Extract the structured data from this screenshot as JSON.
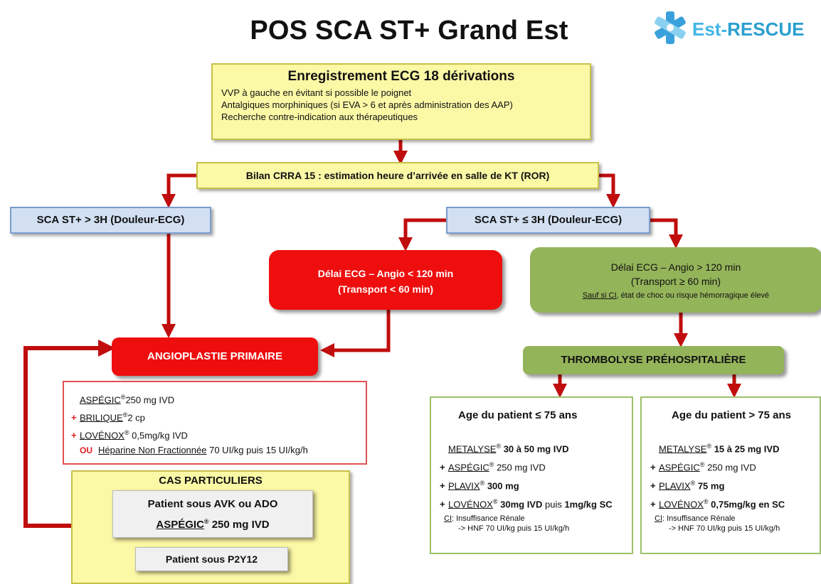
{
  "title": "POS SCA ST+ Grand Est",
  "logo": {
    "est": "Est-",
    "rescue": "RESCUE",
    "icon": "star-of-life-icon"
  },
  "ecg": {
    "title": "Enregistrement ECG 18 dérivations",
    "lines": [
      "VVP à gauche en évitant si possible le poignet",
      "Antalgiques morphiniques (si EVA > 6 et après administration des AAP)",
      "Recherche contre-indication aux thérapeutiques"
    ]
  },
  "crra": "Bilan CRRA 15 : estimation heure d’arrivée en salle de KT (ROR)",
  "branch_gt3": "SCA ST+ > 3H (Douleur-ECG)",
  "branch_le3": "SCA ST+ ≤ 3H (Douleur-ECG)",
  "red_delay": {
    "line1": "Délai ECG – Angio < 120 min",
    "line2": "(Transport < 60 min)"
  },
  "green_delay": {
    "line1": "Délai ECG – Angio > 120 min",
    "line2": "(Transport ≥ 60 min)",
    "note_ci": "Sauf si CI",
    "note_rest": ", état de choc ou risque hémorragique élevé"
  },
  "angioplastie": "ANGIOPLASTIE PRIMAIRE",
  "treatment": {
    "aspegic": "ASPÉGIC",
    "aspegic_dose": "250 mg IVD",
    "brilique": "BRILIQUE",
    "brilique_dose": "2 cp",
    "lovenox": "LOVÉNOX",
    "lovenox_dose": "0,5mg/kg IVD",
    "ou": "OU",
    "heparine": "Héparine Non Fractionnée",
    "heparine_dose": "70 UI/kg puis 15 UI/kg/h",
    "plus": "+",
    "reg": "®"
  },
  "cas": {
    "title": "CAS PARTICULIERS",
    "avk_line1": "Patient sous AVK ou ADO",
    "avk_drug": "ASPÉGIC",
    "avk_dose": "250 mg IVD",
    "p2y12": "Patient sous P2Y12"
  },
  "thrombolyse": "THROMBOLYSE PRÉHOSPITALIÈRE",
  "age_le75": {
    "title": "Age du patient ≤ 75 ans",
    "metalyse": "METALYSE",
    "metalyse_dose": "30 à 50 mg IVD",
    "aspegic": "ASPÉGIC",
    "aspegic_dose": "250 mg IVD",
    "plavix": "PLAVIX",
    "plavix_dose": "300 mg",
    "lovenox": "LOVÉNOX",
    "lovenox_dose_a": "30mg IVD",
    "lovenox_mid": " puis ",
    "lovenox_dose_b": "1mg/kg SC",
    "ci_label": "CI",
    "ci_text": ": Insuffisance Rénale",
    "ci_hnf": "-> HNF 70 UI/kg puis 15 UI/kg/h"
  },
  "age_gt75": {
    "title": "Age du patient > 75 ans",
    "metalyse": "METALYSE",
    "metalyse_dose": "15 à 25 mg IVD",
    "aspegic": "ASPÉGIC",
    "aspegic_dose": "250 mg IVD",
    "plavix": "PLAVIX",
    "plavix_dose": "75 mg",
    "lovenox": "LOVÉNOX",
    "lovenox_dose": "0,75mg/kg en SC",
    "ci_label": "CI",
    "ci_text": ": Insuffisance Rénale",
    "ci_hnf": "-> HNF 70 UI/kg puis 15 UI/kg/h"
  },
  "colors": {
    "arrow": "#c00d0d",
    "red_box": "#ee0e0e",
    "green_box": "#94b45a",
    "yellow_box": "#fbf8a6",
    "blue_box": "#d2e0f2"
  }
}
